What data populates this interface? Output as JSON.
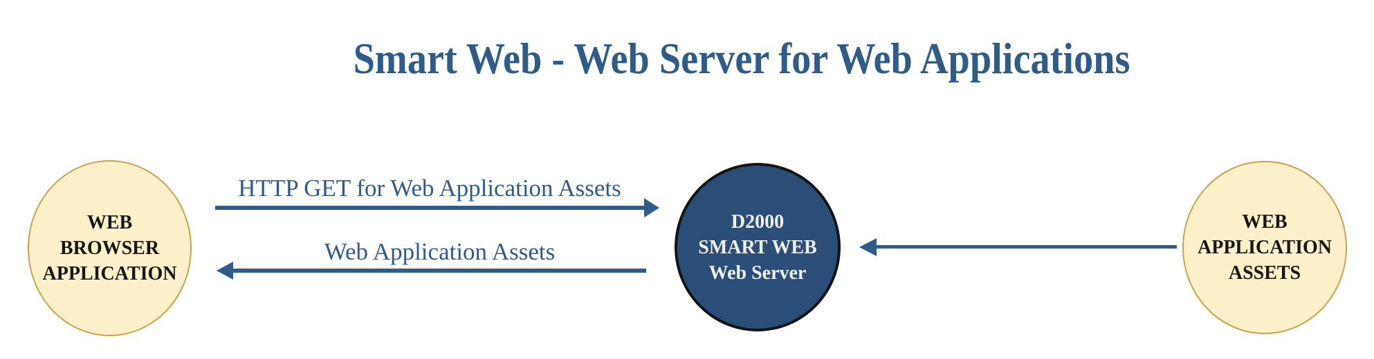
{
  "title": "Smart Web - Web Server for Web Applications",
  "colors": {
    "accent_blue": "#2E5B87",
    "server_fill": "#2A4E78",
    "server_border": "#131313",
    "server_text": "#F3F0EA",
    "asset_fill": "#FBF0CA",
    "asset_border": "#C7A14B",
    "asset_text": "#151515",
    "background": "#FFFFFF"
  },
  "nodes": {
    "browser": {
      "lines": [
        "WEB",
        "BROWSER",
        "APPLICATION"
      ]
    },
    "server": {
      "lines": [
        "D2000",
        "SMART WEB",
        "Web Server"
      ]
    },
    "assets": {
      "lines": [
        "WEB",
        "APPLICATION",
        "ASSETS"
      ]
    }
  },
  "arrows": {
    "http_get": {
      "label": "HTTP GET for Web Application Assets",
      "direction": "right",
      "from": "browser",
      "to": "server"
    },
    "assets_response": {
      "label": "Web Application Assets",
      "direction": "left",
      "from": "server",
      "to": "browser"
    },
    "assets_fetch": {
      "label": "",
      "direction": "left",
      "from": "assets",
      "to": "server"
    }
  }
}
